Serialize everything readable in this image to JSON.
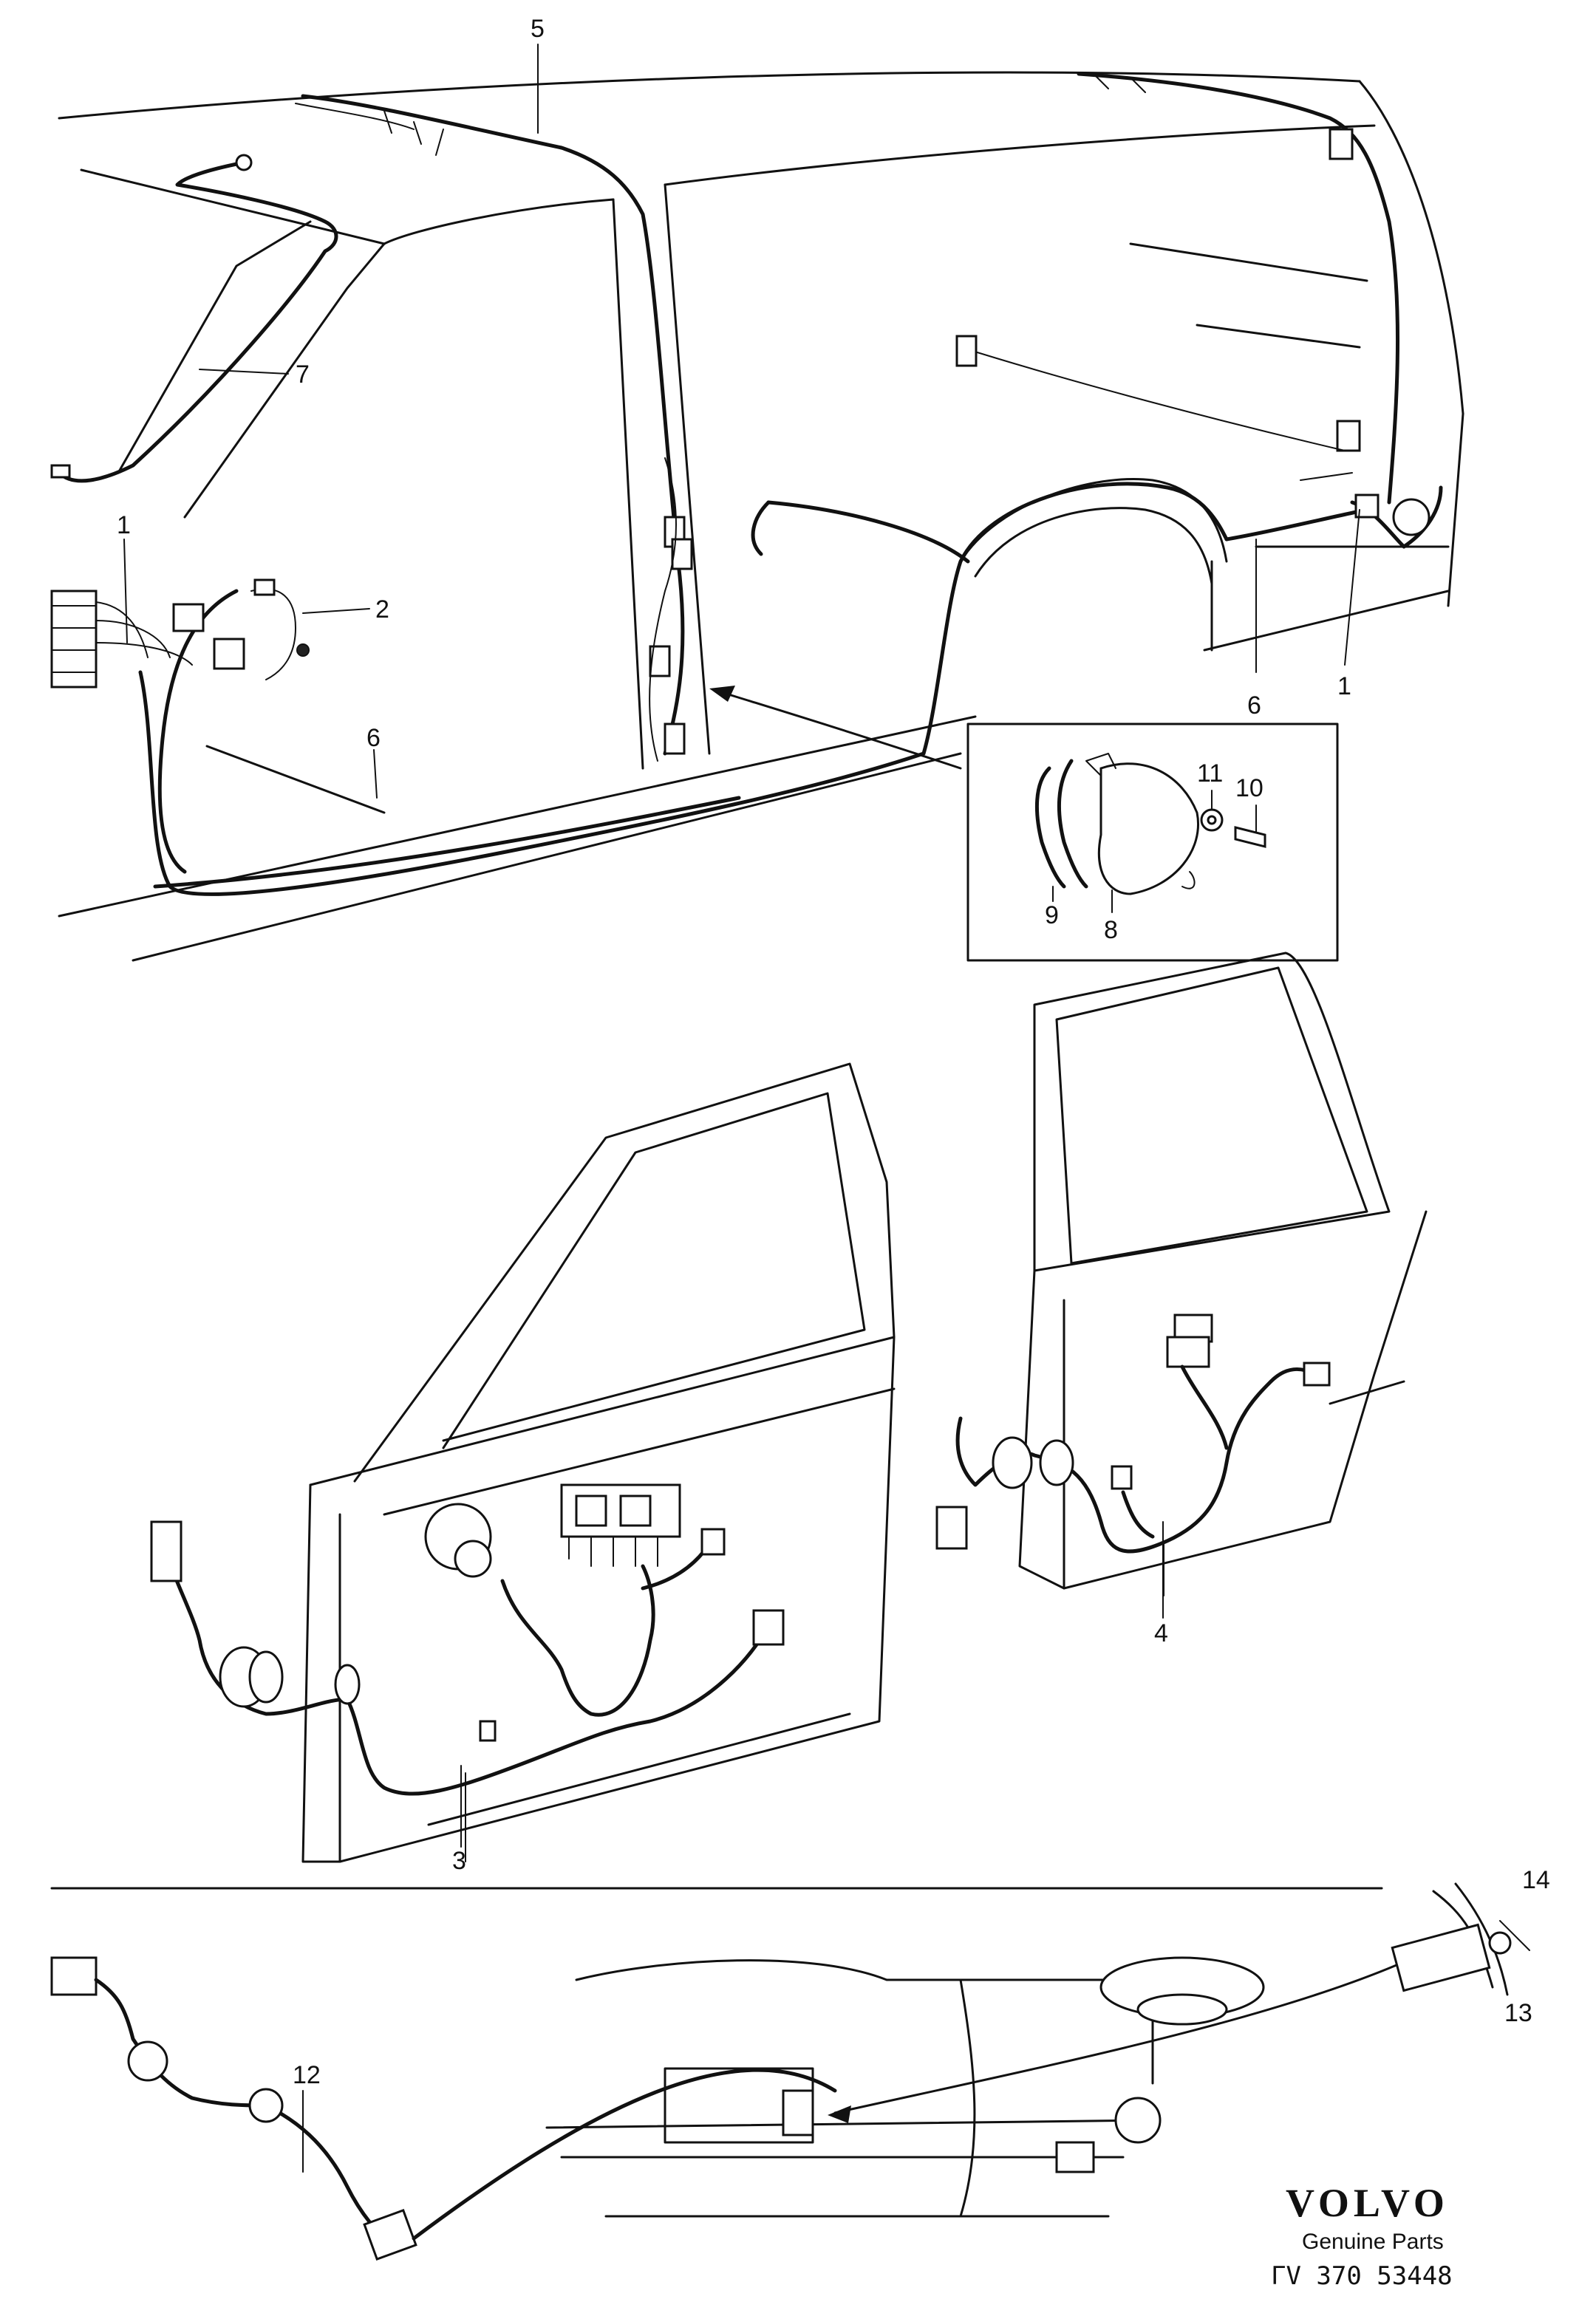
{
  "callouts": {
    "c1_left": "1",
    "c1_right": "1",
    "c2": "2",
    "c3": "3",
    "c4": "4",
    "c5": "5",
    "c6_left": "6",
    "c6_right": "6",
    "c7": "7",
    "c8": "8",
    "c9": "9",
    "c10": "10",
    "c11": "11",
    "c12": "12",
    "c13": "13",
    "c14": "14"
  },
  "brand": {
    "name": "VOLVO",
    "tagline": "Genuine Parts",
    "drawing_code": "ΓV 370 53448"
  }
}
